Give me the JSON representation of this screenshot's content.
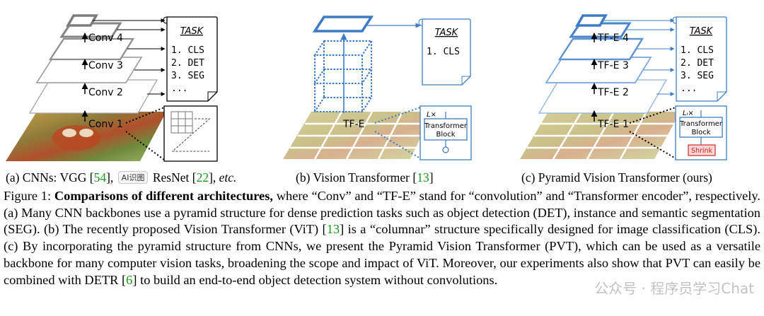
{
  "panels": {
    "a": {
      "layers": [
        "Conv 1",
        "Conv 2",
        "Conv 3",
        "Conv 4"
      ],
      "task_title": "TASK",
      "tasks": [
        "1. CLS",
        "2. DET",
        "3. SEG",
        "..."
      ],
      "caption_pre": "(a) CNNs: VGG [",
      "ref1": "54",
      "caption_mid1": "], ",
      "badge": "AI识图",
      "caption_mid2": " ResNet [",
      "ref2": "22",
      "caption_mid3": "], ",
      "caption_etc": "etc."
    },
    "b": {
      "block_label": "TF-E",
      "task_title": "TASK",
      "tasks": [
        "1. CLS"
      ],
      "loop_label": "L×",
      "block_text": [
        "Transformer",
        "Block"
      ],
      "caption_pre": "(b) Vision Transformer [",
      "ref": "13",
      "caption_post": "]"
    },
    "c": {
      "layers": [
        "TF-E 1",
        "TF-E 2",
        "TF-E 3",
        "TF-E 4"
      ],
      "task_title": "TASK",
      "tasks": [
        "1. CLS",
        "2. DET",
        "3. SEG",
        "..."
      ],
      "loop_label": "Lᵢ×",
      "block_text": [
        "Transformer",
        "Block"
      ],
      "shrink_label": "Shrink",
      "caption": "(c) Pyramid Vision Transformer (ours)"
    }
  },
  "caption": {
    "fig_label": "Figure 1: ",
    "bold_title": "Comparisons of different architectures,",
    "t1": " where “Conv” and “TF-E” stand for “convolution” and “Transformer encoder”, respectively. (a) Many CNN backbones use a pyramid structure for dense prediction tasks such as object detection (DET), instance and semantic segmentation (SEG). (b) The recently proposed Vision Transformer (ViT) [",
    "ref13a": "13",
    "t2": "] is a “columnar” structure specifically designed for image classification (CLS). (c) By incorporating the pyramid structure from CNNs, we present the Pyramid Vision Transformer (PVT), which can be used as a versatile backbone for many computer vision tasks, broadening the scope and impact of ViT. Moreover, our experiments also show that PVT can easily be combined with DETR [",
    "ref6": "6",
    "t3": "] to build an end-to-end object detection system without convolutions."
  },
  "watermark": "公众号 · 程序员学习Chat",
  "colors": {
    "blue": "#3d7cc4",
    "gray": "#8a8a8a",
    "green_ref": "#1a9a1a",
    "shrink_red": "#d63a3a"
  }
}
